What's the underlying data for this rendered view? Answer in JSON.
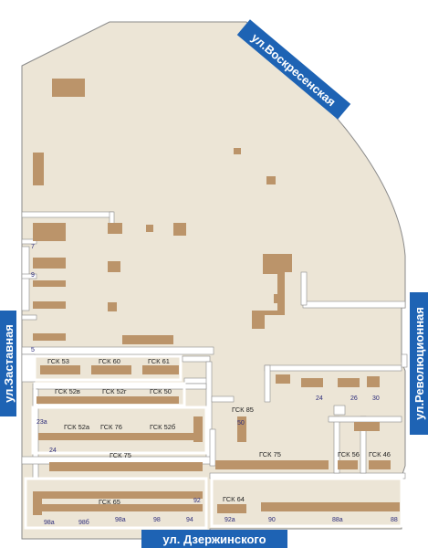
{
  "colors": {
    "land": "#ece5d6",
    "outline": "#8a8a8a",
    "building": "#bb946a",
    "road": "#ffffff",
    "street_band": "#1e63b4"
  },
  "streets": {
    "voskresenskaya": "ул.Воскресенская",
    "revolyutsionnaya": "ул.Революционная",
    "zastavnaya": "ул.Заставная",
    "dzerzhinskogo": "ул. Дзержинского"
  },
  "labels": {
    "gsk53": "ГСК 53",
    "gsk60": "ГСК 60",
    "gsk61": "ГСК 61",
    "gsk52v": "ГСК 52в",
    "gsk52g": "ГСК 52г",
    "gsk50": "ГСК 50",
    "gsk52a": "ГСК 52а",
    "gsk76": "ГСК 76",
    "gsk52b": "ГСК 52б",
    "gsk75_left": "ГСК 75",
    "gsk75_right": "ГСК 75",
    "gsk85": "ГСК 85",
    "gsk56": "ГСК 56",
    "gsk46": "ГСК 46",
    "gsk65": "ГСК 65",
    "gsk64": "ГСК 64"
  },
  "numbers": {
    "n7": "7",
    "n9": "9",
    "n5": "5",
    "n23a": "23а",
    "n24_left": "24",
    "n50": "50",
    "n24_right": "24",
    "n26": "26",
    "n30": "30",
    "n92": "92",
    "n98a_left": "98а",
    "n98b": "98б",
    "n98a_mid": "98а",
    "n98": "98",
    "n94": "94",
    "n92a": "92а",
    "n90": "90",
    "n88a": "88а",
    "n88": "88"
  }
}
